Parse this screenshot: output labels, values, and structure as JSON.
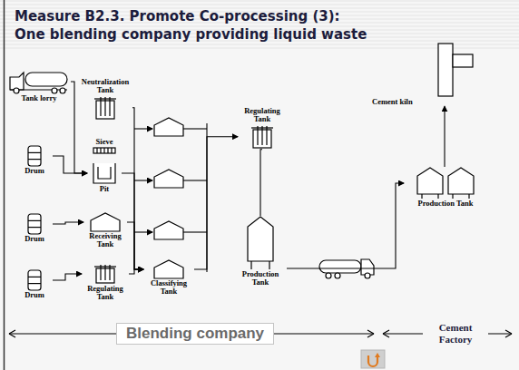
{
  "diagram": {
    "title": "Measure B2.3. Promote Co-processing (3): One blending company providing liquid waste",
    "nodes": [
      {
        "text": [
          "Tank lorry"
        ]
      },
      {
        "text": [
          "Neutralization Tank"
        ]
      },
      {
        "text": [
          "Sieve"
        ]
      },
      {
        "text": [
          "Pit"
        ]
      },
      {
        "text": [
          "Drum"
        ]
      },
      {
        "text": [
          "Receiving Tank"
        ]
      },
      {
        "text": [
          "Drum"
        ]
      },
      {
        "text": [
          "Regulating Tank"
        ]
      },
      {
        "text": [
          "Drum"
        ]
      },
      {
        "text": [
          "Classifying Tank"
        ]
      },
      {
        "text": [
          "Regulating Tank"
        ]
      },
      {
        "text": [
          "Production Tank"
        ]
      },
      {
        "text": [
          "Cement kiln"
        ]
      },
      {
        "text": [
          "Production Tank"
        ]
      },
      {
        "text": [
          "Blending company"
        ]
      }
    ],
    "edges": [
      {
        "from": 0,
        "to": 3,
        "arrow": "to"
      },
      {
        "from": 4,
        "to": 3,
        "arrow": "to"
      },
      {
        "from": 6,
        "to": 5,
        "arrow": "to"
      },
      {
        "from": 8,
        "to": 7,
        "arrow": "to"
      },
      {
        "from": 1,
        "to": 9,
        "arrow": "to"
      },
      {
        "from": 3,
        "to": 9,
        "arrow": "to"
      },
      {
        "from": 5,
        "to": 9,
        "arrow": "to"
      },
      {
        "from": 7,
        "to": 9,
        "arrow": "to"
      },
      {
        "from": 9,
        "to": 10,
        "arrow": "to"
      },
      {
        "from": 10,
        "to": 11,
        "arrow": "none"
      },
      {
        "from": 11,
        "to": 13,
        "arrow": "to"
      },
      {
        "from": 13,
        "to": 12,
        "arrow": "to"
      }
    ],
    "labels": [
      "Cement Factory"
    ]
  }
}
